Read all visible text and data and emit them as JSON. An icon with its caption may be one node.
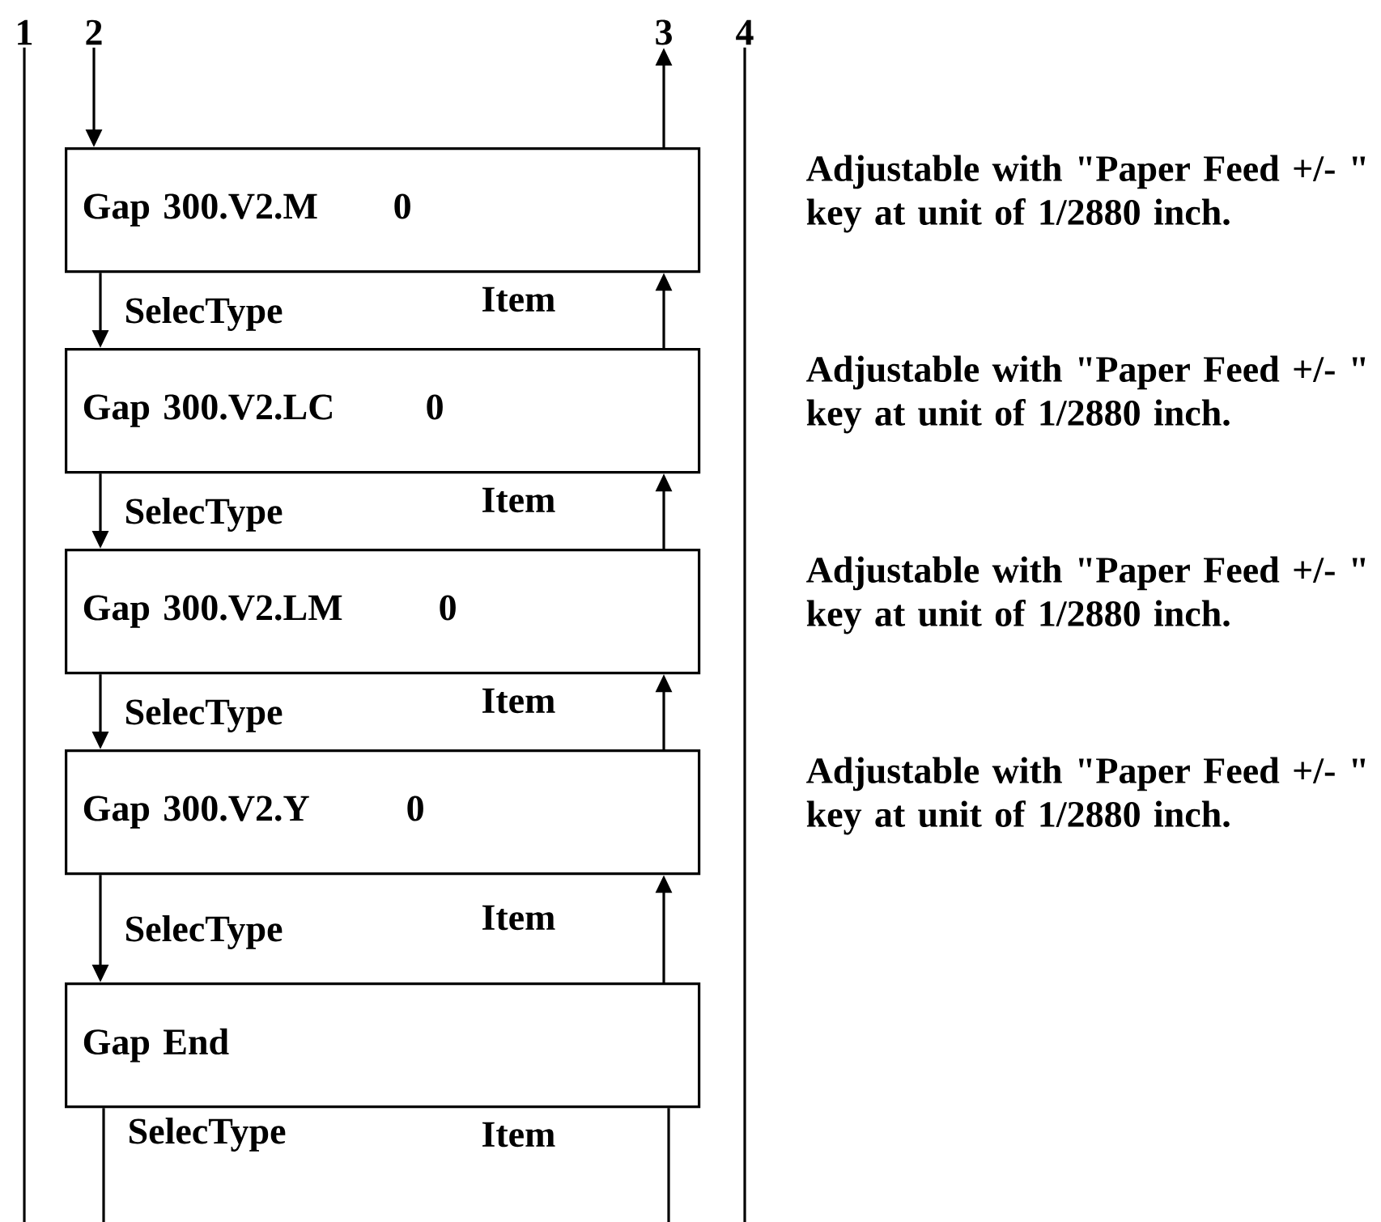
{
  "diagram": {
    "nodes": [
      {
        "text": [
          "1"
        ]
      },
      {
        "text": [
          "2"
        ]
      },
      {
        "text": [
          "3"
        ]
      },
      {
        "text": [
          "4"
        ]
      },
      {
        "text": [
          "Gap 300.V2.M",
          "0"
        ],
        "beside": [
          "Adjustable with \"Paper Feed +/- \" key at unit of 1/2880 inch."
        ]
      },
      {
        "text": [
          "Gap 300.V2.LC",
          "0"
        ],
        "beside": [
          "Adjustable with \"Paper Feed +/- \" key at unit of 1/2880 inch."
        ]
      },
      {
        "text": [
          "Gap 300.V2.LM",
          "0"
        ],
        "beside": [
          "Adjustable with \"Paper Feed +/- \" key at unit of 1/2880 inch."
        ]
      },
      {
        "text": [
          "Gap 300.V2.Y",
          "0"
        ],
        "beside": [
          "Adjustable with \"Paper Feed +/- \" key at unit of 1/2880 inch."
        ]
      },
      {
        "text": [
          "Gap End"
        ]
      }
    ],
    "edges": [
      {
        "from": 0,
        "to": null,
        "arrow": "none"
      },
      {
        "from": 3,
        "to": null,
        "arrow": "none"
      },
      {
        "from": 1,
        "to": 4,
        "arrow": "to"
      },
      {
        "from": 4,
        "to": 2,
        "arrow": "to"
      },
      {
        "from": 4,
        "to": 5,
        "arrow": "to",
        "label": "SelecType"
      },
      {
        "from": 5,
        "to": 4,
        "arrow": "to",
        "label": "Item"
      },
      {
        "from": 5,
        "to": 6,
        "arrow": "to",
        "label": "SelecType"
      },
      {
        "from": 6,
        "to": 5,
        "arrow": "to",
        "label": "Item"
      },
      {
        "from": 6,
        "to": 7,
        "arrow": "to",
        "label": "SelecType"
      },
      {
        "from": 7,
        "to": 6,
        "arrow": "to",
        "label": "Item"
      },
      {
        "from": 7,
        "to": 8,
        "arrow": "to",
        "label": "SelecType"
      },
      {
        "from": 8,
        "to": 7,
        "arrow": "to",
        "label": "Item"
      },
      {
        "from": 8,
        "to": null,
        "arrow": "none",
        "label": "SelecType"
      },
      {
        "from": 8,
        "to": null,
        "arrow": "none",
        "label": "Item"
      }
    ]
  }
}
